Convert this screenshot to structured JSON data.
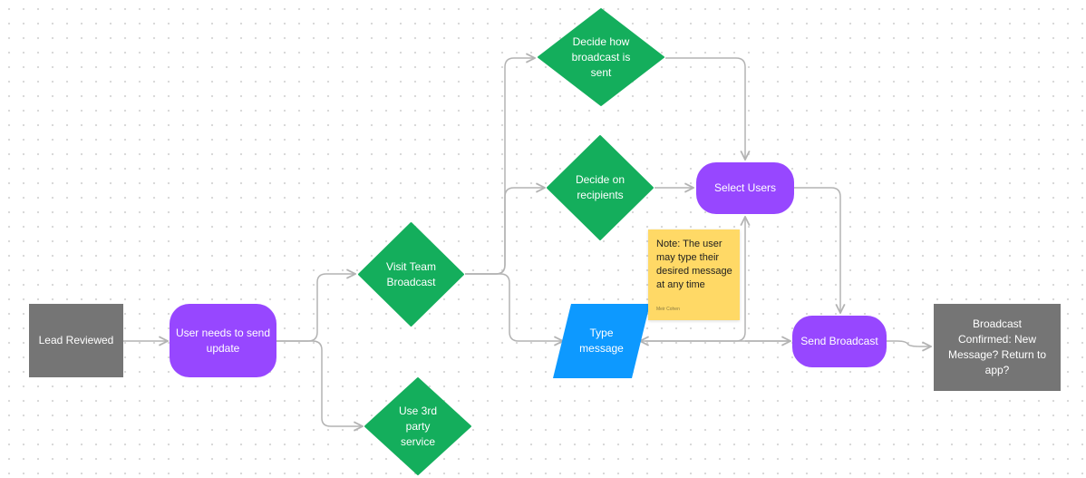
{
  "colors": {
    "process_gray": "#757575",
    "action_purple": "#9747ff",
    "decision_green": "#14ae5c",
    "input_blue": "#0d99ff",
    "sticky_yellow": "#ffd966",
    "connector": "#b3b3b3"
  },
  "nodes": {
    "lead_reviewed": "Lead Reviewed",
    "user_needs_update": "User needs to send update",
    "visit_team_broadcast": "Visit Team Broadcast",
    "use_3rd_party": "Use 3rd party service",
    "decide_how_sent": "Decide how broadcast is sent",
    "decide_recipients": "Decide on recipients",
    "type_message": "Type message",
    "select_users": "Select Users",
    "send_broadcast": "Send Broadcast",
    "broadcast_confirmed": "Broadcast Confirmed: New Message? Return to app?"
  },
  "sticky_note": {
    "text": "Note: The user may type their desired message at any time",
    "author": "Meir Cohen"
  }
}
